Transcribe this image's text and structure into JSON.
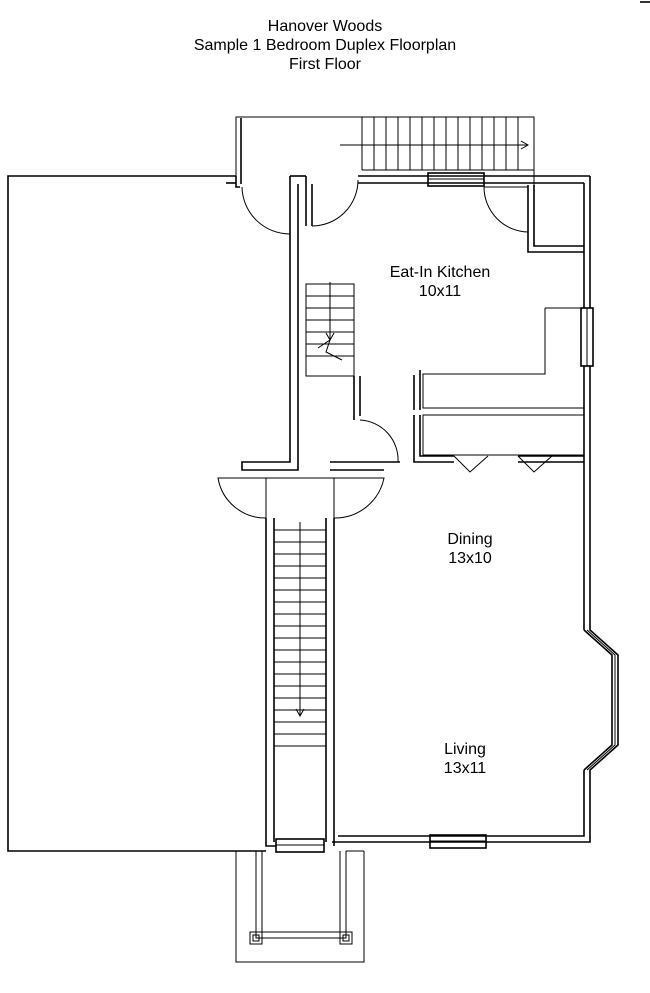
{
  "header": {
    "line1": "Hanover Woods",
    "line2": "Sample 1 Bedroom Duplex Floorplan",
    "line3": "First Floor"
  },
  "rooms": [
    {
      "name": "Eat-In Kitchen",
      "size": "10x11"
    },
    {
      "name": "Dining",
      "size": "13x10"
    },
    {
      "name": "Living",
      "size": "13x11"
    }
  ]
}
